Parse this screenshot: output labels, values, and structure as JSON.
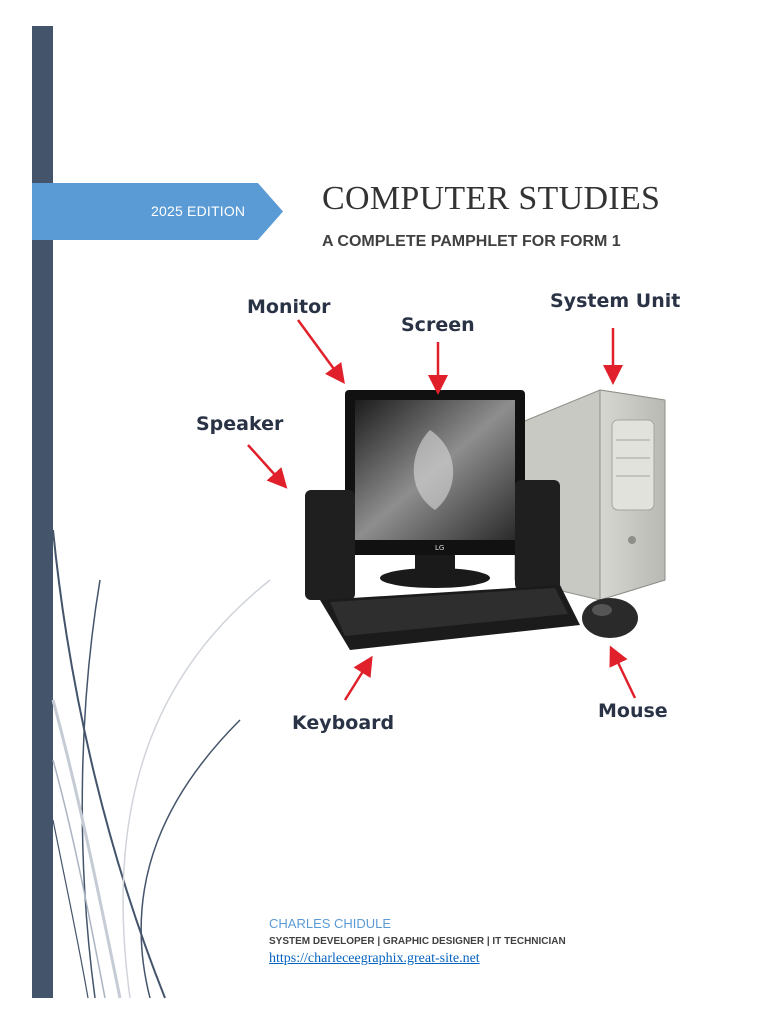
{
  "banner": {
    "edition": "2025 EDITION"
  },
  "cover": {
    "title": "COMPUTER STUDIES",
    "subtitle": "A COMPLETE PAMPHLET FOR FORM 1"
  },
  "illustration": {
    "labels": {
      "monitor": "Monitor",
      "screen": "Screen",
      "system_unit": "System Unit",
      "speaker": "Speaker",
      "keyboard": "Keyboard",
      "mouse": "Mouse"
    },
    "monitor_brand": "LG"
  },
  "author": {
    "name": "CHARLES CHIDULE",
    "roles": "SYSTEM DEVELOPER | GRAPHIC DESIGNER | IT TECHNICIAN",
    "link": "https://charleceegraphix.great-site.net"
  },
  "colors": {
    "sidebar": "#44546a",
    "banner": "#5b9bd5",
    "arrow": "#e0202a",
    "link": "#0563c1"
  }
}
